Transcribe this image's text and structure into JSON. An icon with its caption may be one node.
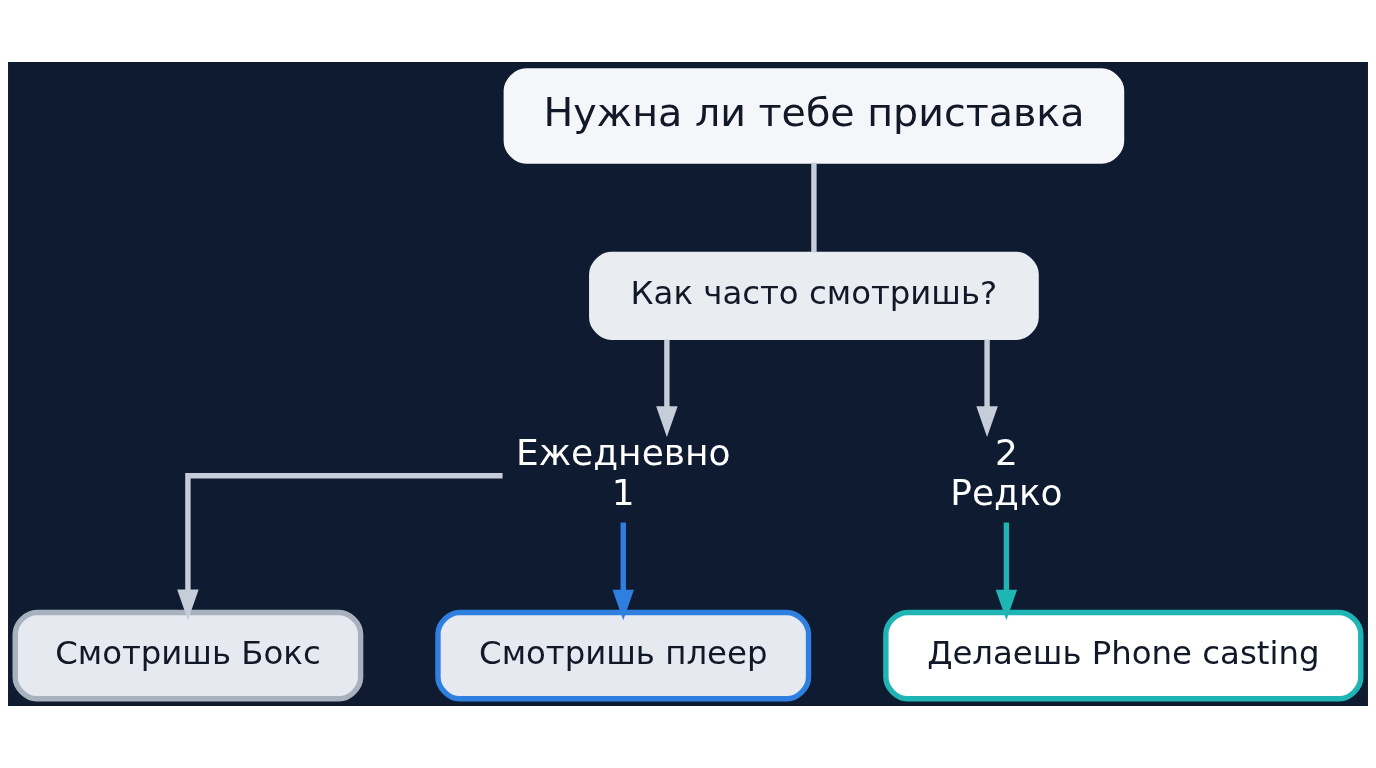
{
  "diagram": {
    "nodes": [
      {
        "text": [
          "Нужна ли тебе приставка"
        ]
      },
      {
        "text": [
          "Как часто смотришь?"
        ]
      },
      {
        "text": [
          "Ежедневно",
          "1"
        ]
      },
      {
        "text": [
          "2",
          "Редко"
        ]
      },
      {
        "text": [
          "Смотришь Бокс"
        ]
      },
      {
        "text": [
          "Смотришь плеер"
        ]
      },
      {
        "text": [
          "Делаешь Phone casting"
        ]
      }
    ],
    "edges": [
      {
        "from": 0,
        "to": 1,
        "arrow": "none"
      },
      {
        "from": 1,
        "to": 2,
        "arrow": "to"
      },
      {
        "from": 1,
        "to": 3,
        "arrow": "to"
      },
      {
        "from": 2,
        "to": 4,
        "arrow": "to"
      },
      {
        "from": 2,
        "to": 5,
        "arrow": "to",
        "color": "#2f7fe0"
      },
      {
        "from": 3,
        "to": 6,
        "arrow": "to",
        "color": "#1fb5b5"
      }
    ]
  }
}
